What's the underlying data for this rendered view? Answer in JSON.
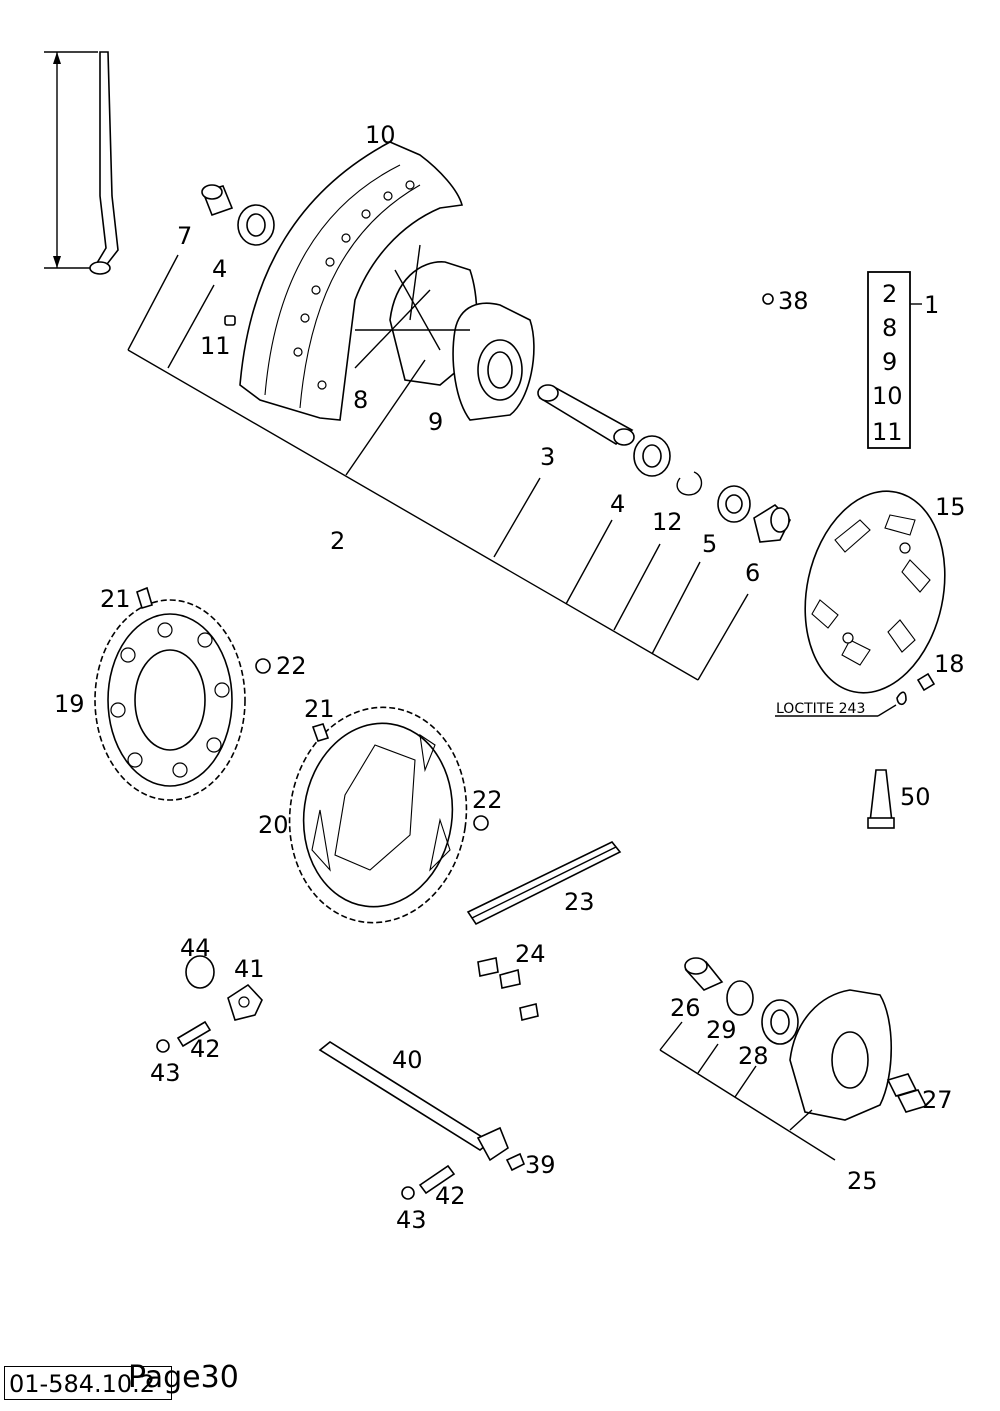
{
  "labels": {
    "l1": "1",
    "l2a": "2",
    "l2b": "2",
    "l3": "3",
    "l4a": "4",
    "l4b": "4",
    "l5": "5",
    "l6": "6",
    "l7": "7",
    "l8a": "8",
    "l8b": "8",
    "l9a": "9",
    "l9b": "9",
    "l10a": "10",
    "l10b": "10",
    "l11a": "11",
    "l11b": "11",
    "l12": "12",
    "l15": "15",
    "l18": "18",
    "l19": "19",
    "l20": "20",
    "l21a": "21",
    "l21b": "21",
    "l22a": "22",
    "l22b": "22",
    "l23": "23",
    "l24": "24",
    "l25": "25",
    "l26": "26",
    "l27": "27",
    "l28": "28",
    "l29": "29",
    "l38": "38",
    "l39": "39",
    "l40": "40",
    "l41": "41",
    "l42a": "42",
    "l42b": "42",
    "l43a": "43",
    "l43b": "43",
    "l44": "44",
    "l50": "50"
  },
  "note": "LOCTITE 243",
  "footer": {
    "code": "01-584.10.2",
    "page": "Page30"
  }
}
